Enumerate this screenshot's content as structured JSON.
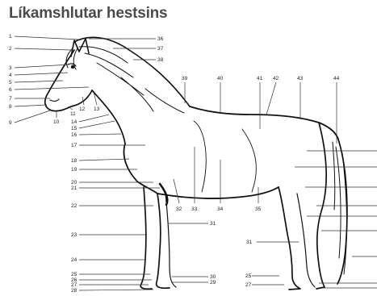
{
  "title": "Líkamshlutar hestsins",
  "labels": [
    "1",
    "2",
    "3",
    "4",
    "5",
    "6",
    "7",
    "8",
    "9",
    "10",
    "11",
    "12",
    "13",
    "14",
    "15",
    "16",
    "17",
    "18",
    "19",
    "20",
    "21",
    "22",
    "23",
    "24",
    "25",
    "26",
    "27",
    "28",
    "29",
    "30",
    "31",
    "32",
    "33",
    "34",
    "35",
    "36",
    "37",
    "38",
    "39",
    "40",
    "41",
    "42",
    "43",
    "44"
  ],
  "colors": {
    "ink": "#111111",
    "title": "#4a4a4a",
    "background": "#ffffff"
  }
}
